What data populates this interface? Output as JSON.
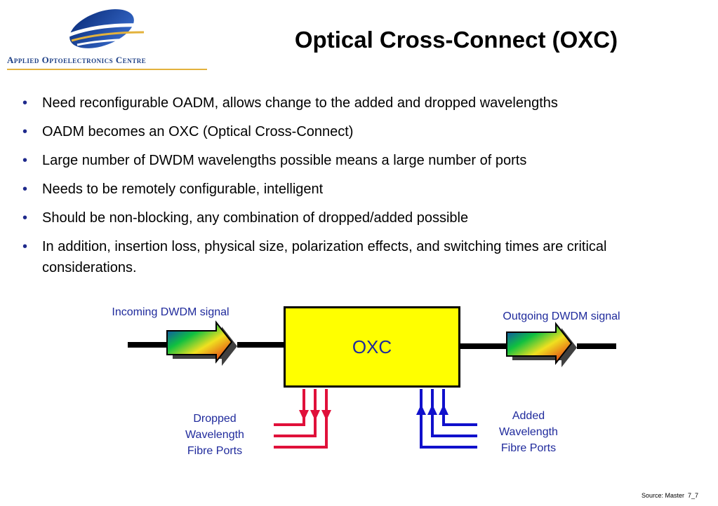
{
  "logo": {
    "org_name": "Applied Optoelectronics Centre"
  },
  "title": "Optical Cross-Connect (OXC)",
  "bullets": [
    "Need reconfigurable OADM, allows change to the added and dropped wavelengths",
    "OADM becomes an OXC (Optical Cross-Connect)",
    "Large number of DWDM wavelengths possible means a large number of ports",
    "Needs to be remotely configurable, intelligent",
    "Should be non-blocking, any combination of dropped/added possible",
    "In addition, insertion loss, physical size, polarization effects, and switching times are critical considerations."
  ],
  "diagram": {
    "incoming_label": "Incoming DWDM signal",
    "outgoing_label": "Outgoing DWDM signal",
    "box_label": "OXC",
    "dropped_label": [
      "Dropped",
      "Wavelength",
      "Fibre Ports"
    ],
    "added_label": [
      "Added",
      "Wavelength",
      "Fibre Ports"
    ],
    "colors": {
      "box": "#ffff00",
      "dropped": "#e0103a",
      "added": "#1010cc",
      "text": "#1f2a9c"
    }
  },
  "footer": {
    "source": "Source: Master  7_7"
  }
}
